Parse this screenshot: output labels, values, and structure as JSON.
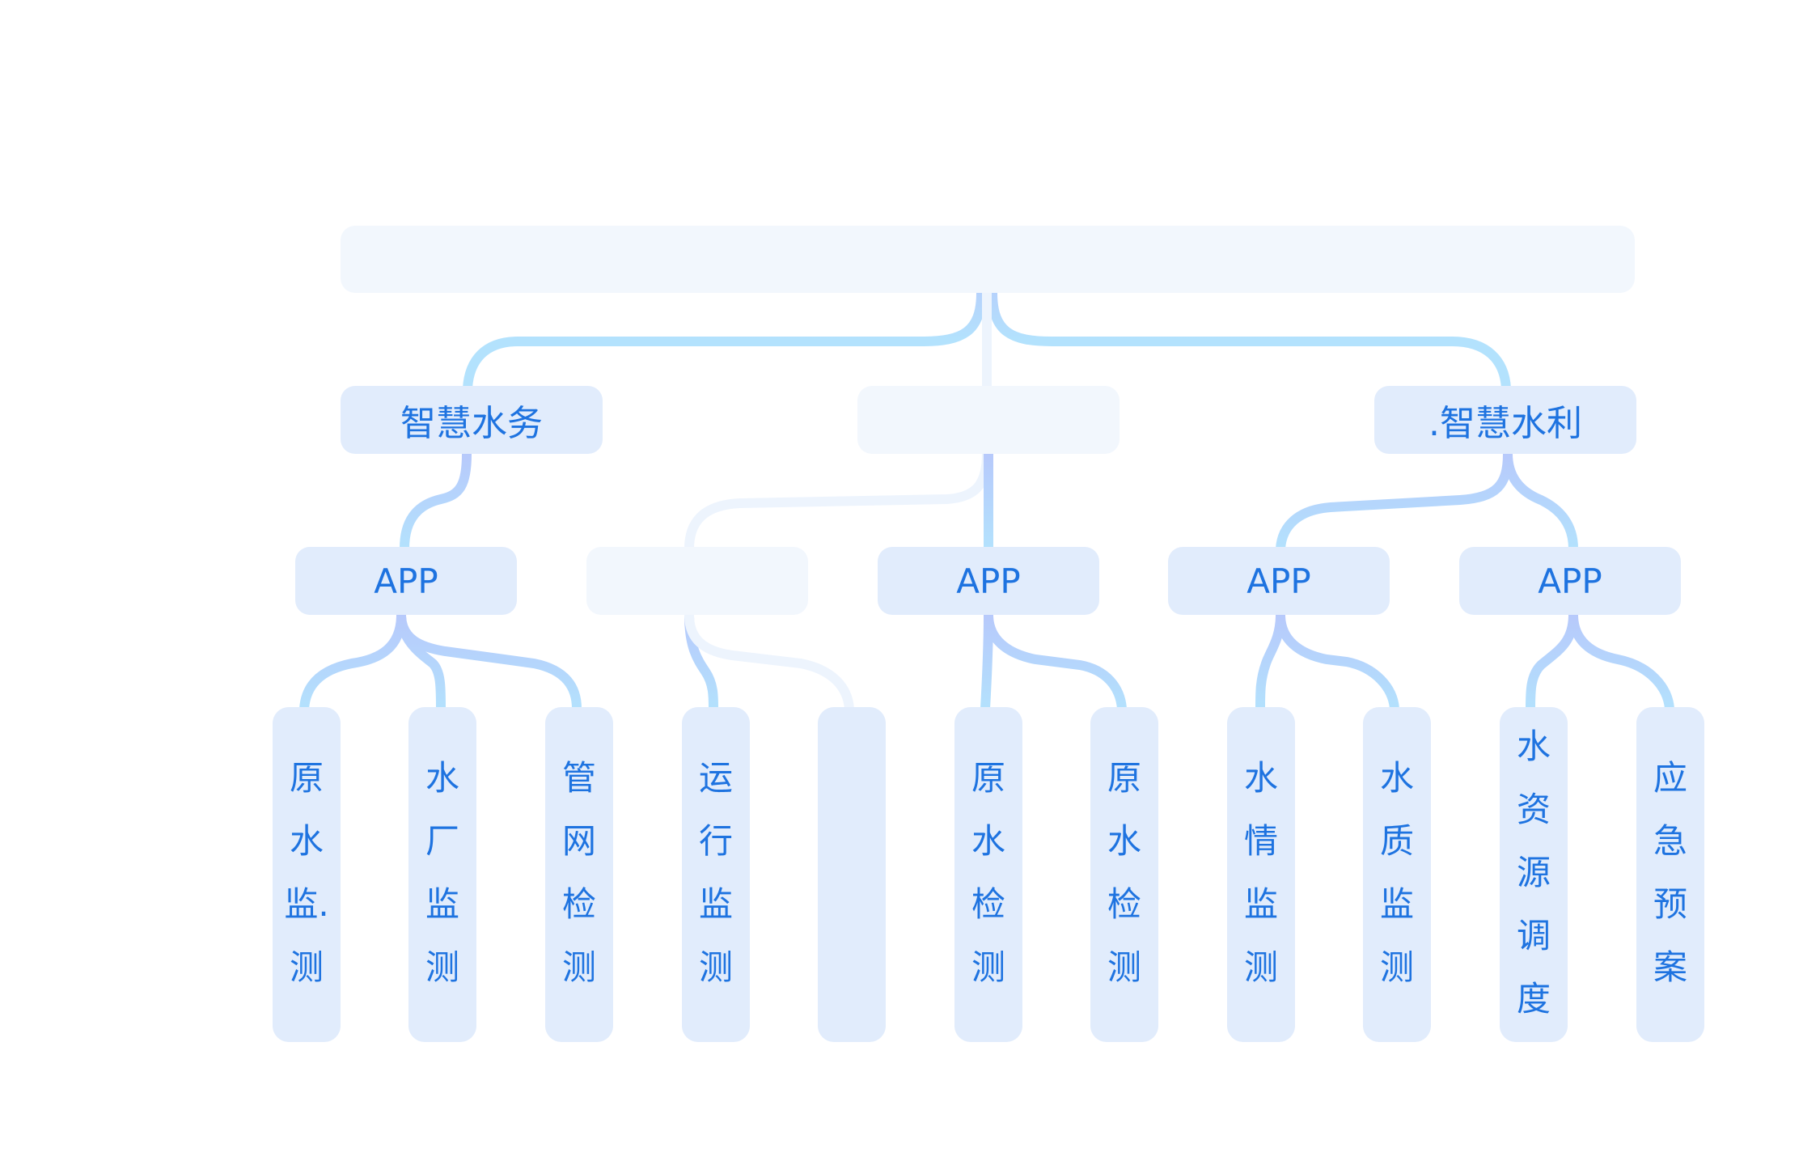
{
  "colors": {
    "node_fill": "#e1ecfc",
    "node_fill_faint": "#f2f7fd",
    "text": "#1e73e0",
    "connector_gradient": [
      "#b3e2fd",
      "#b7c9fb"
    ],
    "connector_faint": "#edf4fd"
  },
  "root": {
    "label": ""
  },
  "level1": [
    {
      "id": "smart-water-affairs",
      "label": "智慧水务"
    },
    {
      "id": "middle",
      "label": ""
    },
    {
      "id": "smart-water-conservancy",
      "label": ".智慧水利"
    }
  ],
  "level2": [
    {
      "id": "app-1",
      "label": "APP"
    },
    {
      "id": "blank",
      "label": ""
    },
    {
      "id": "app-2",
      "label": "APP"
    },
    {
      "id": "app-3",
      "label": "APP"
    },
    {
      "id": "app-4",
      "label": "APP"
    }
  ],
  "leaves": [
    {
      "id": "leaf-1",
      "label": "原水监.测"
    },
    {
      "id": "leaf-2",
      "label": "水厂监测"
    },
    {
      "id": "leaf-3",
      "label": "管网检测"
    },
    {
      "id": "leaf-4",
      "label": "运行监测"
    },
    {
      "id": "leaf-5",
      "label": ""
    },
    {
      "id": "leaf-6",
      "label": "原水检测"
    },
    {
      "id": "leaf-7",
      "label": "原水检测"
    },
    {
      "id": "leaf-8",
      "label": "水情监测"
    },
    {
      "id": "leaf-9",
      "label": "水质监测"
    },
    {
      "id": "leaf-10",
      "label": "水资源调度"
    },
    {
      "id": "leaf-11",
      "label": "应急预案"
    }
  ]
}
